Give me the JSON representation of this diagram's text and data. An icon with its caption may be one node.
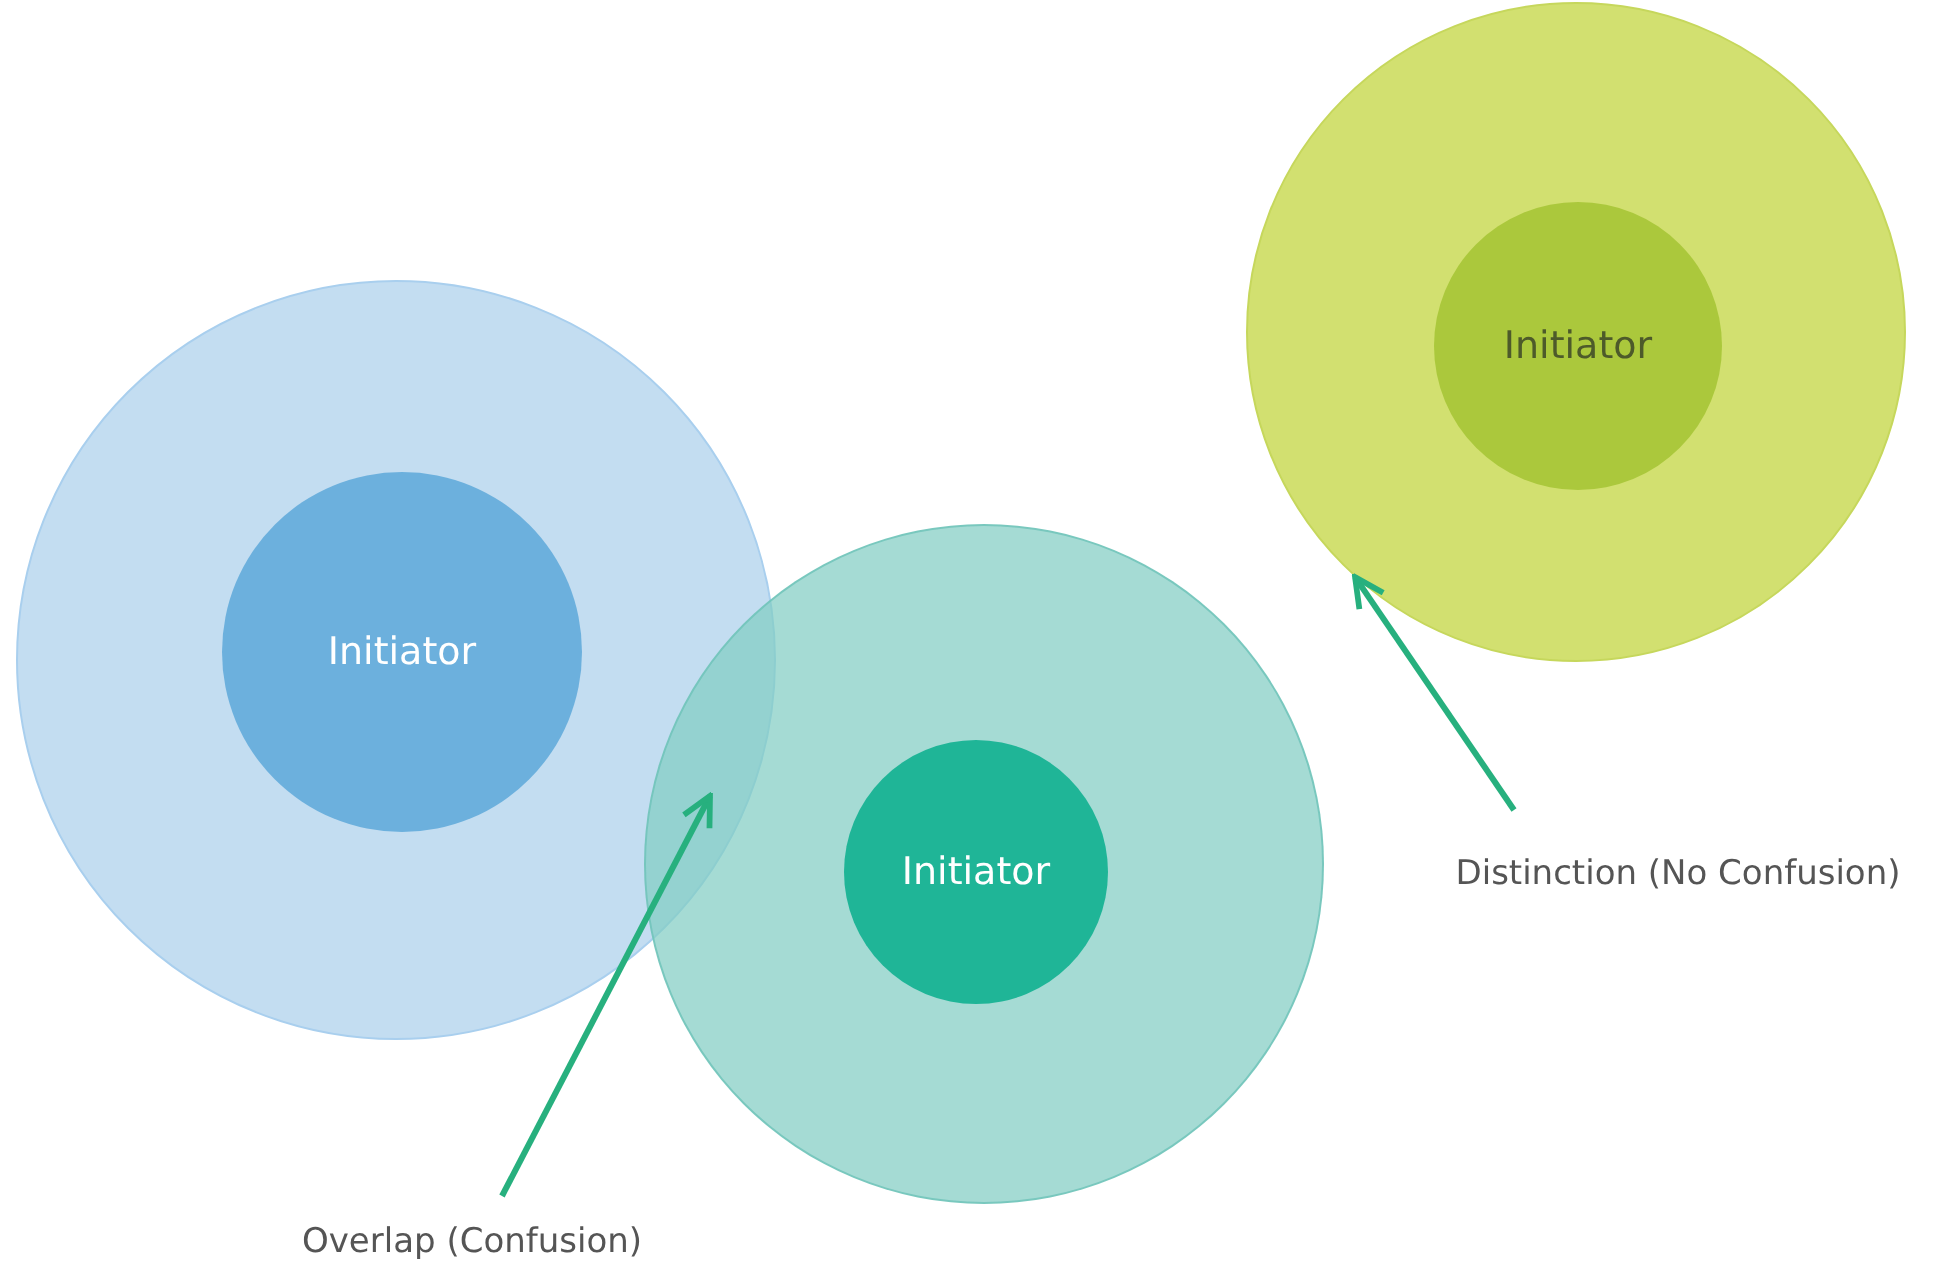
{
  "diagram": {
    "nodes": [
      {
        "text": [],
        "shape": "circle"
      },
      {
        "text": [
          "Initiator"
        ],
        "in": 0
      },
      {
        "text": [],
        "shape": "circle"
      },
      {
        "text": [
          "Initiator"
        ],
        "in": 2
      },
      {
        "text": [],
        "shape": "circle"
      },
      {
        "text": [
          "Initiator"
        ],
        "in": 4
      },
      {
        "text": [
          "Overlap (Confusion)"
        ]
      },
      {
        "text": [
          "Distinction (No Confusion)"
        ]
      }
    ],
    "edges": [
      {
        "from": 6,
        "to": null,
        "arrow": "to"
      },
      {
        "from": 7,
        "to": 4,
        "arrow": "to"
      }
    ]
  }
}
